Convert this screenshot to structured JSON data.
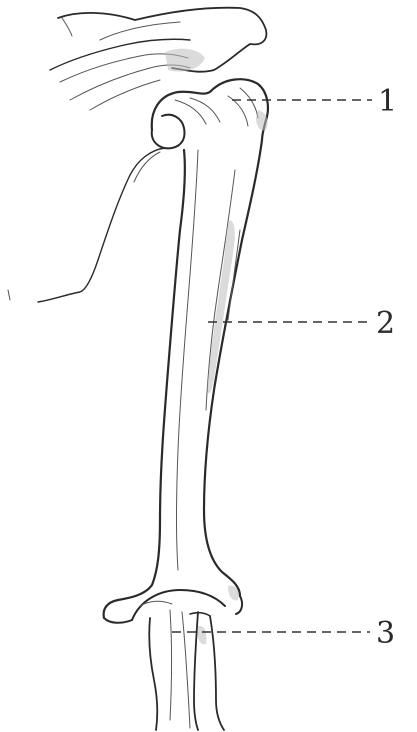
{
  "figure": {
    "labels": [
      {
        "id": "label-1",
        "text": "1"
      },
      {
        "id": "label-2",
        "text": "2"
      },
      {
        "id": "label-3",
        "text": "3"
      }
    ]
  }
}
